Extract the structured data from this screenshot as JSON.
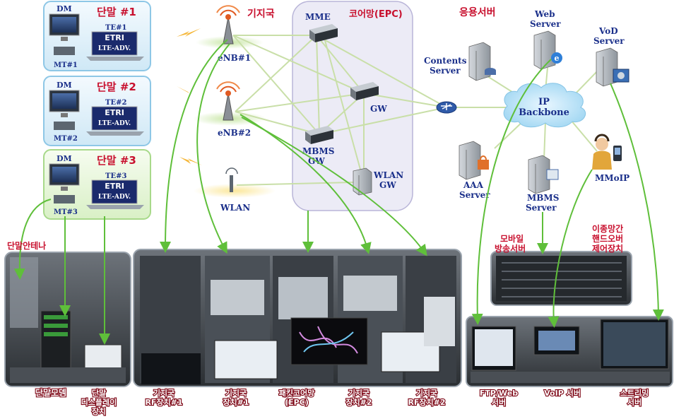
{
  "terminals": [
    {
      "name": "단말 #1",
      "dm": "DM",
      "te": "TE#1",
      "mt": "MT#1",
      "brand": "ETRI",
      "model": "LTE-ADV."
    },
    {
      "name": "단말 #2",
      "dm": "DM",
      "te": "TE#2",
      "mt": "MT#2",
      "brand": "ETRI",
      "model": "LTE-ADV."
    },
    {
      "name": "단말 #3",
      "dm": "DM",
      "te": "TE#3",
      "mt": "MT#3",
      "brand": "ETRI",
      "model": "LTE-ADV."
    }
  ],
  "access": {
    "base_station_title": "기지국",
    "enb1": "eNB#1",
    "enb2": "eNB#2",
    "wlan": "WLAN"
  },
  "core": {
    "title": "코어망(EPC)",
    "mme": "MME",
    "gw": "GW",
    "mbms_gw_line1": "MBMS",
    "mbms_gw_line2": "GW",
    "wlan_gw_line1": "WLAN",
    "wlan_gw_line2": "GW"
  },
  "app": {
    "title": "응용서버",
    "contents_line1": "Contents",
    "contents_line2": "Server",
    "web_line1": "Web",
    "web_line2": "Server",
    "vod_line1": "VoD",
    "vod_line2": "Server",
    "backbone_line1": "IP",
    "backbone_line2": "Backbone",
    "aaa_line1": "AAA",
    "aaa_line2": "Server",
    "mbms_line1": "MBMS",
    "mbms_line2": "Server",
    "mmoip": "MMoIP"
  },
  "photo_labels": {
    "terminal_antenna": "단말안테나",
    "mobile_broadcast_line1": "모바일",
    "mobile_broadcast_line2": "방송서버",
    "handover_line1": "이종망간",
    "handover_line2": "핸드오버",
    "handover_line3": "제어장치"
  },
  "captions": [
    {
      "line1": "단말모뎀",
      "line2": ""
    },
    {
      "line1": "단말",
      "line2": "디스플레이",
      "line3": "장치"
    },
    {
      "line1": "기지국",
      "line2": "RF장치#1"
    },
    {
      "line1": "기지국",
      "line2": "장치#1"
    },
    {
      "line1": "패킷코어망",
      "line2": "(EPC)"
    },
    {
      "line1": "기지국",
      "line2": "장치#2"
    },
    {
      "line1": "기지국",
      "line2": "RF장치#2"
    },
    {
      "line1": "FTP/Web",
      "line2": "서버"
    },
    {
      "line1": "VoIP 서버",
      "line2": ""
    },
    {
      "line1": "스트리밍",
      "line2": "서버"
    }
  ],
  "colors": {
    "arrow": "#5fbf3a",
    "link": "#c9dfa8",
    "label_blue": "#1a2f8a",
    "label_red": "#c8102e",
    "core_bg": "#ecebf6"
  }
}
